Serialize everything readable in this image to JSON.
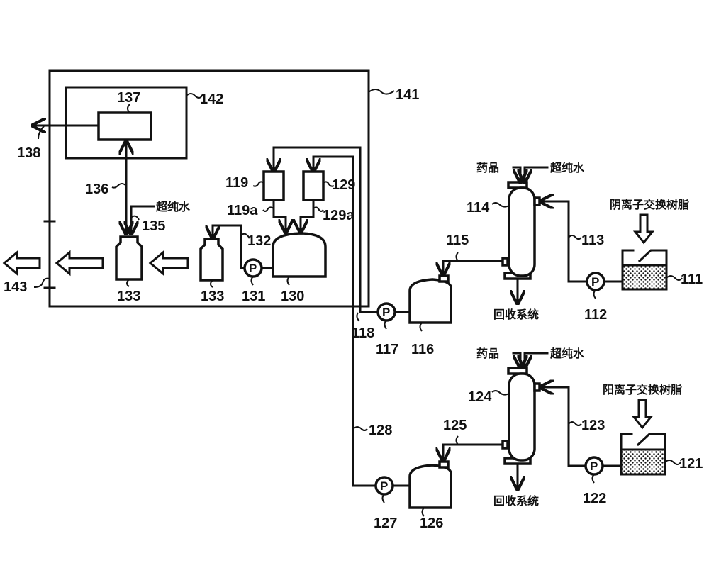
{
  "figure": {
    "labels": {
      "frame_outer": "141",
      "frame_inner": "142",
      "analyzer": "137",
      "output_line": "138",
      "sample_line": "136",
      "ultrapure_line": "135",
      "bottle_left": "133",
      "bottle_right": "133",
      "pump_131": "131",
      "line_132": "132",
      "mix_tank": "130",
      "filter_119": "119",
      "filter_119a": "119a",
      "filter_129": "129",
      "filter_129a": "129a",
      "out_arrow": "143",
      "line_118": "118",
      "pump_117": "117",
      "tank_116": "116",
      "line_115": "115",
      "column_114": "114",
      "line_113": "113",
      "pump_112": "112",
      "resin_tank_111": "111",
      "line_128": "128",
      "pump_127": "127",
      "tank_126": "126",
      "line_125": "125",
      "column_124": "124",
      "line_123": "123",
      "pump_122": "122",
      "resin_tank_121": "121"
    },
    "text": {
      "ultrapure_water_left": "超纯水",
      "chemicals_top": "药品",
      "ultrapure_water_top": "超纯水",
      "anion_resin": "阴离子交换树脂",
      "recovery_top": "回收系统",
      "chemicals_bottom": "药品",
      "ultrapure_water_bottom": "超纯水",
      "cation_resin": "阳离子交换树脂",
      "recovery_bottom": "回收系统"
    },
    "pump_symbol": "P"
  }
}
